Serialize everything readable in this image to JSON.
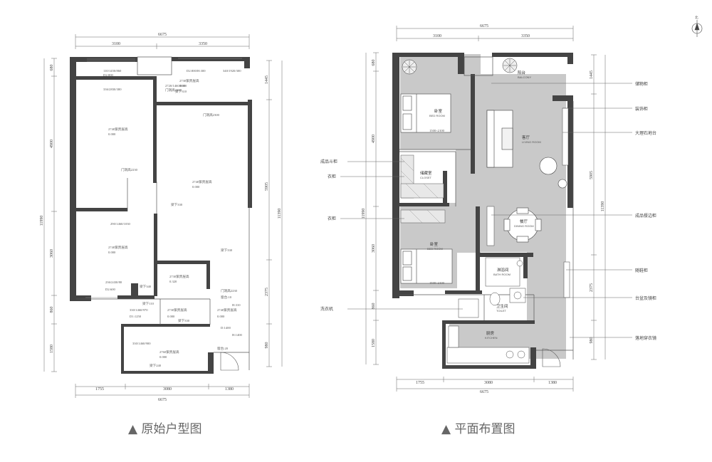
{
  "left_plan": {
    "caption": "▲ 原始户型图",
    "dims_top": {
      "total": "6675",
      "left": "3100",
      "right": "3350"
    },
    "dims_bottom": {
      "total": "6675",
      "a": "1755",
      "b": "3080",
      "c": "1380"
    },
    "dims_left": {
      "total": "11990",
      "a": "680",
      "b": "4900",
      "c": "3060",
      "d": "860",
      "e": "1580"
    },
    "dims_right": {
      "total": "11390",
      "a": "1445",
      "b": "5905",
      "c": "2375",
      "d": "980"
    },
    "notes": [
      "110/1450/860",
      "D2:800",
      "D2:800/H:300",
      "340/1920/300",
      "336/2830/380",
      "梁下310",
      "门洞高2300",
      "门洞高2230",
      "梁下330",
      "梁下330",
      "290/1460/1030",
      "236/2430/80",
      "D2:600",
      "梁下340",
      "梁下110",
      "330/1460/970",
      "D1:1250",
      "梁下330",
      "门洞高2230",
      "窗台:10",
      "H:310",
      "H:1400",
      "D:1400",
      "330/1460/900",
      "窗台:20",
      "梁下240",
      "2720/1460/860",
      "门洞高2200"
    ],
    "levels": [
      {
        "elev": "2730紫贵层高",
        "val": "0.000"
      },
      {
        "elev": "2740紫贵层高",
        "val": "0.000"
      },
      {
        "elev": "2740紫贵层高",
        "val": "0.000"
      },
      {
        "elev": "2740紫贵层高",
        "val": "0.000"
      },
      {
        "elev": "2730紫贵层高",
        "val": "0.320"
      },
      {
        "elev": "2730紫贵层高",
        "val": "0.000"
      },
      {
        "elev": "2740紫贵层高",
        "val": "0.000"
      },
      {
        "elev": "2760紫贵层高",
        "val": "0.000"
      }
    ]
  },
  "right_plan": {
    "caption": "▲ 平面布置图",
    "dims_top": {
      "total": "6675",
      "left": "3100",
      "right": "3350"
    },
    "dims_bottom": {
      "total": "6675",
      "a": "1755",
      "b": "3080",
      "c": "1380"
    },
    "dims_left": {
      "total": "11990",
      "a": "680",
      "b": "4900",
      "c": "3060",
      "d": "860",
      "e": "1580"
    },
    "dims_right": {
      "total": "11390",
      "a": "1445",
      "b": "5905",
      "c": "2375",
      "d": "980"
    },
    "rooms": {
      "balcony": {
        "cn": "阳台",
        "en": "BALCONY"
      },
      "bedroom1": {
        "cn": "卧室",
        "en": "BED ROOM",
        "size": "1500×2100"
      },
      "living": {
        "cn": "客厅",
        "en": "LIVING ROOM"
      },
      "closet": {
        "cn": "储藏室",
        "en": "CLOSET"
      },
      "dining": {
        "cn": "餐厅",
        "en": "DINING ROOM"
      },
      "bedroom2": {
        "cn": "卧室",
        "en": "BED ROOM",
        "size": "1500×2100"
      },
      "bath": {
        "cn": "淋浴间",
        "en": "BATH ROOM"
      },
      "toilet": {
        "cn": "卫生间",
        "en": "TOILET"
      },
      "kitchen": {
        "cn": "厨房",
        "en": "KITCHEN"
      }
    },
    "labels_left": [
      "成品斗柜",
      "衣柜",
      "衣柜",
      "洗衣机"
    ],
    "labels_right": [
      "储物柜",
      "装饰柜",
      "大理石地台",
      "成品餐边柜",
      "随鞋柜",
      "台盆及镜柜",
      "落地穿衣镜"
    ]
  },
  "north_label": "北"
}
